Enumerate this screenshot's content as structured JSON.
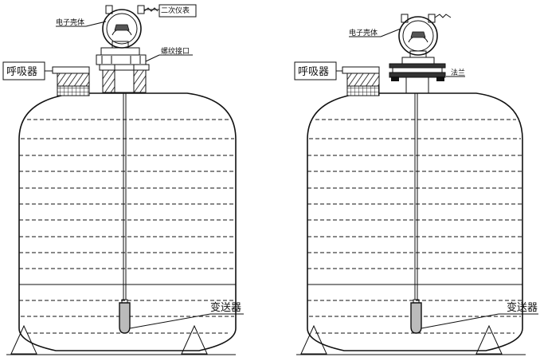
{
  "left_tank": {
    "housing_label": "电子壳体",
    "secondary_label": "二次仪表",
    "interface_label": "螺纹接口",
    "breather_label": "呼吸器",
    "transmitter_label": "变送器"
  },
  "right_tank": {
    "housing_label": "电子壳体",
    "interface_label": "法兰",
    "breather_label": "呼吸器",
    "transmitter_label": "变送器"
  }
}
